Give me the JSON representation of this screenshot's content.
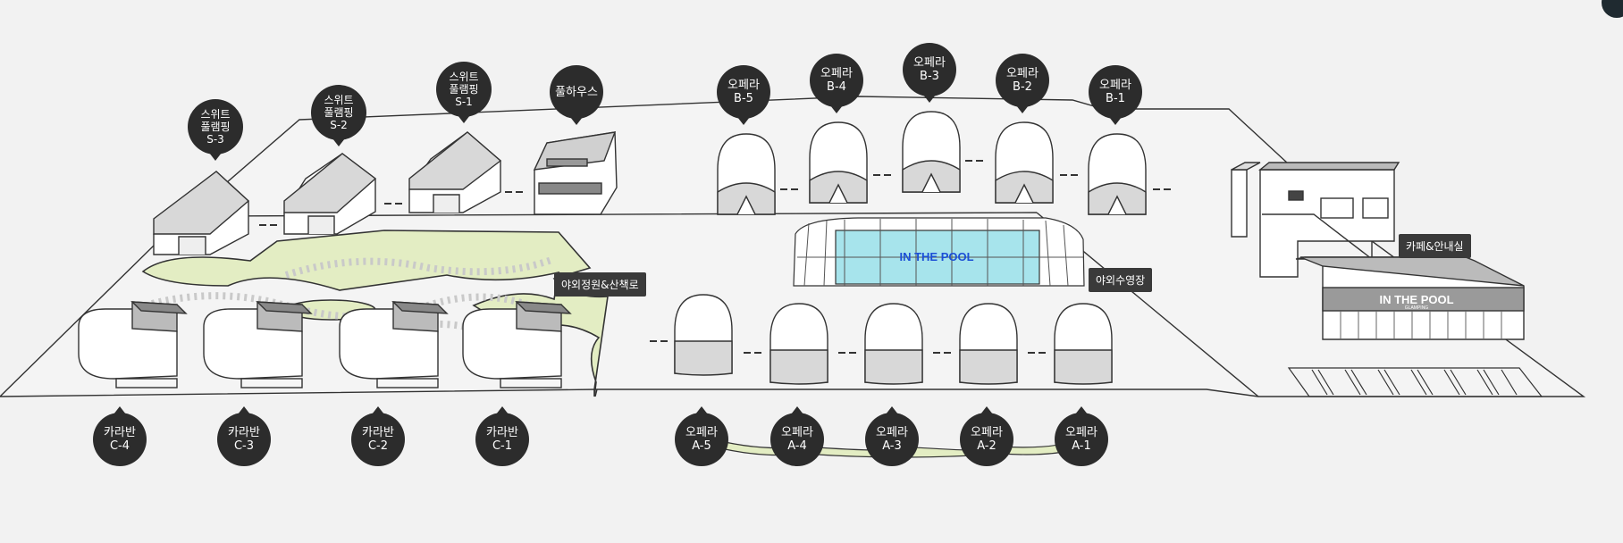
{
  "colors": {
    "background": "#f2f2f2",
    "pin": "#2c2c2c",
    "green_area": "#e3edc3",
    "pool_water": "#a7e4ec",
    "pool_text": "#1b4fd6",
    "outline": "#333333"
  },
  "pins": {
    "s3": {
      "line1": "스위트",
      "line2": "풀램핑",
      "line3": "S-3"
    },
    "s2": {
      "line1": "스위트",
      "line2": "풀램핑",
      "line3": "S-2"
    },
    "s1": {
      "line1": "스위트",
      "line2": "풀램핑",
      "line3": "S-1"
    },
    "poolhouse": {
      "line1": "풀하우스"
    },
    "b5": {
      "line1": "오페라",
      "line2": "B-5"
    },
    "b4": {
      "line1": "오페라",
      "line2": "B-4"
    },
    "b3": {
      "line1": "오페라",
      "line2": "B-3"
    },
    "b2": {
      "line1": "오페라",
      "line2": "B-2"
    },
    "b1": {
      "line1": "오페라",
      "line2": "B-1"
    },
    "c4": {
      "line1": "카라반",
      "line2": "C-4"
    },
    "c3": {
      "line1": "카라반",
      "line2": "C-3"
    },
    "c2": {
      "line1": "카라반",
      "line2": "C-2"
    },
    "c1": {
      "line1": "카라반",
      "line2": "C-1"
    },
    "a5": {
      "line1": "오페라",
      "line2": "A-5"
    },
    "a4": {
      "line1": "오페라",
      "line2": "A-4"
    },
    "a3": {
      "line1": "오페라",
      "line2": "A-3"
    },
    "a2": {
      "line1": "오페라",
      "line2": "A-2"
    },
    "a1": {
      "line1": "오페라",
      "line2": "A-1"
    }
  },
  "tags": {
    "garden": "야외정원&산책로",
    "outdoor_pool": "야외수영장",
    "cafe": "카페&안내실"
  },
  "signs": {
    "pool_cover": "IN THE POOL",
    "building_title": "IN THE POOL",
    "building_sub": "GLAMPING"
  }
}
